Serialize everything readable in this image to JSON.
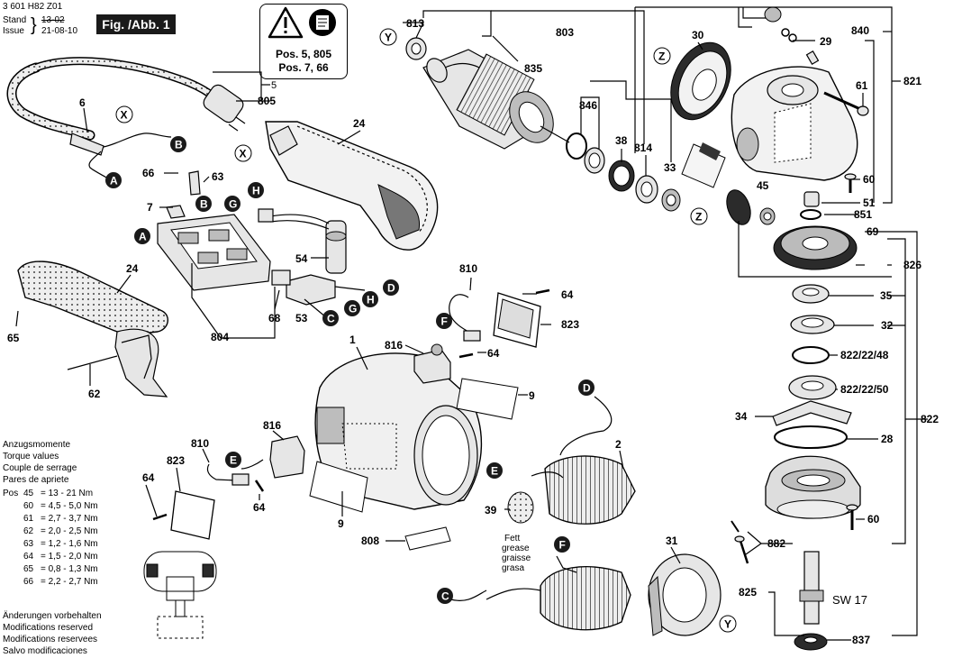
{
  "header": {
    "doc_no": "3 601 H82 Z01",
    "stand_label": "Stand",
    "issue_label": "Issue",
    "stand_date": "13-02",
    "issue_date": "21-08-10",
    "fig_label": "Fig. /Abb. 1"
  },
  "warning": {
    "line1": "Pos. 5, 805",
    "line2": "Pos. 7, 66"
  },
  "torque": {
    "title_lines": [
      "Anzugsmomente",
      "Torque values",
      "Couple de serrage",
      "Pares de apriete"
    ],
    "pos_label": "Pos",
    "rows": [
      {
        "pos": "45",
        "range": "= 13 - 21 Nm"
      },
      {
        "pos": "60",
        "range": "= 4,5 - 5,0 Nm"
      },
      {
        "pos": "61",
        "range": "= 2,7 - 3,7 Nm"
      },
      {
        "pos": "62",
        "range": "= 2,0 - 2,5 Nm"
      },
      {
        "pos": "63",
        "range": "= 1,2 - 1,6 Nm"
      },
      {
        "pos": "64",
        "range": "= 1,5 - 2,0 Nm"
      },
      {
        "pos": "65",
        "range": "= 0,8 - 1,3 Nm"
      },
      {
        "pos": "66",
        "range": "= 2,2 - 2,7 Nm"
      }
    ]
  },
  "notes": [
    "Änderungen vorbehalten",
    "Modifications reserved",
    "Modifications reservees",
    "Salvo modificaciones"
  ],
  "grease_note": [
    "Fett",
    "grease",
    "graisse",
    "grasa"
  ],
  "parts": {
    "p1": "1",
    "p2": "2",
    "p5": "5",
    "p6": "6",
    "p7": "7",
    "p9a": "9",
    "p9b": "9",
    "p24a": "24",
    "p24b": "24",
    "p28": "28",
    "p29": "29",
    "p30": "30",
    "p31": "31",
    "p32": "32",
    "p33": "33",
    "p34": "34",
    "p35": "35",
    "p38": "38",
    "p39": "39",
    "p45": "45",
    "p51": "51",
    "p53": "53",
    "p54": "54",
    "p60a": "60",
    "p60b": "60",
    "p61": "61",
    "p62": "62",
    "p63": "63",
    "p64a": "64",
    "p64b": "64",
    "p64c": "64",
    "p64d": "64",
    "p65": "65",
    "p66": "66",
    "p68": "68",
    "p69": "69",
    "p803": "803",
    "p804": "804",
    "p805": "805",
    "p808": "808",
    "p810a": "810",
    "p810b": "810",
    "p813": "813",
    "p814": "814",
    "p816a": "816",
    "p816b": "816",
    "p821": "821",
    "p822": "822",
    "p822_48": "822/22/48",
    "p822_50": "822/22/50",
    "p823a": "823",
    "p823b": "823",
    "p825": "825",
    "p826": "826",
    "p835": "835",
    "p837": "837",
    "p840": "840",
    "p846": "846",
    "p851": "851",
    "p882": "882",
    "sw17": "SW 17"
  },
  "connectors": {
    "a": "A",
    "b": "B",
    "c": "C",
    "d": "D",
    "e": "E",
    "f": "F",
    "g": "G",
    "h": "H",
    "x": "X",
    "y": "Y",
    "z": "Z"
  }
}
